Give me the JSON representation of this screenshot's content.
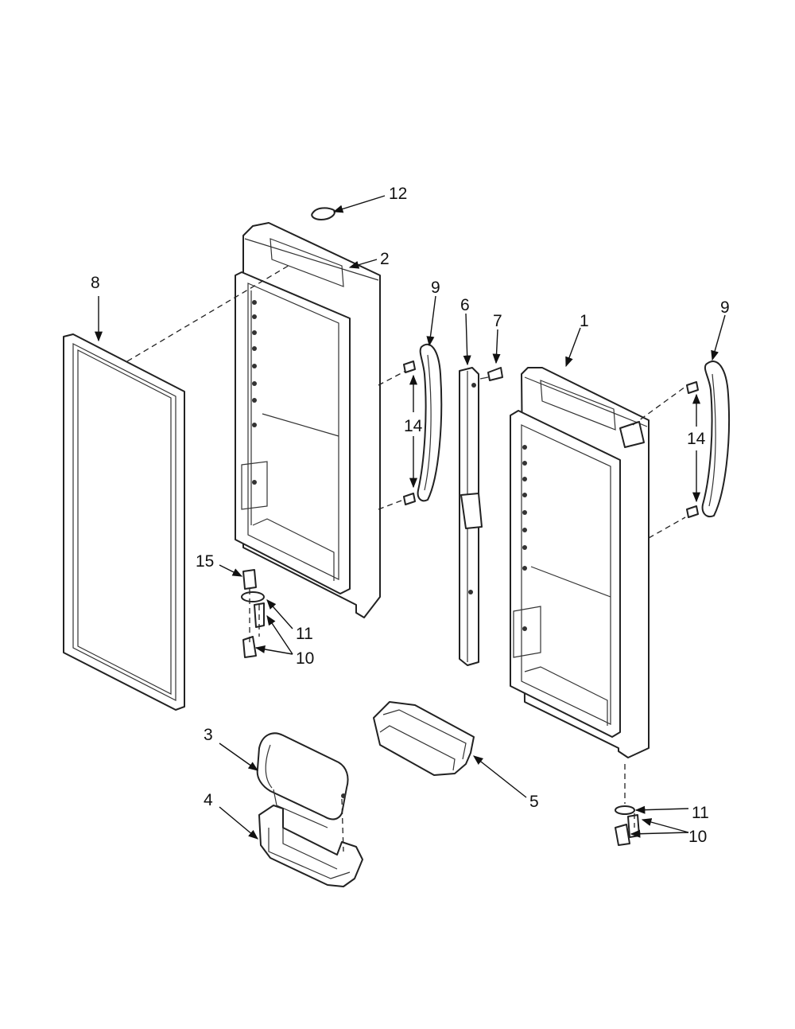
{
  "diagram": {
    "callouts": [
      {
        "id": "12",
        "text": "12"
      },
      {
        "id": "2",
        "text": "2"
      },
      {
        "id": "8",
        "text": "8"
      },
      {
        "id": "9a",
        "text": "9"
      },
      {
        "id": "6",
        "text": "6"
      },
      {
        "id": "7",
        "text": "7"
      },
      {
        "id": "1",
        "text": "1"
      },
      {
        "id": "9b",
        "text": "9"
      },
      {
        "id": "14a",
        "text": "14"
      },
      {
        "id": "14b",
        "text": "14"
      },
      {
        "id": "15",
        "text": "15"
      },
      {
        "id": "11a",
        "text": "11"
      },
      {
        "id": "10a",
        "text": "10"
      },
      {
        "id": "3",
        "text": "3"
      },
      {
        "id": "4",
        "text": "4"
      },
      {
        "id": "5",
        "text": "5"
      },
      {
        "id": "11b",
        "text": "11"
      },
      {
        "id": "10b",
        "text": "10"
      }
    ]
  }
}
